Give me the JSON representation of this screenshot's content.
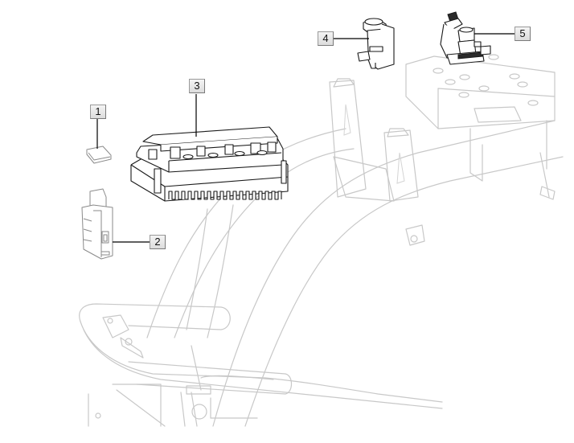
{
  "diagram": {
    "type": "exploded-parts-diagram",
    "subject": "vehicle frame electrical components",
    "callouts": [
      {
        "number": "1",
        "part": "small fuse/relay cap"
      },
      {
        "number": "2",
        "part": "circuit breaker"
      },
      {
        "number": "3",
        "part": "motor controller"
      },
      {
        "number": "4",
        "part": "key switch / socket"
      },
      {
        "number": "5",
        "part": "solenoid / relay on mounting plate"
      }
    ]
  },
  "colors": {
    "frame_line": "#c8c8c8",
    "part_line": "#1a1a1a",
    "callout_bg": "#e6e6e6",
    "leader": "#000000"
  }
}
